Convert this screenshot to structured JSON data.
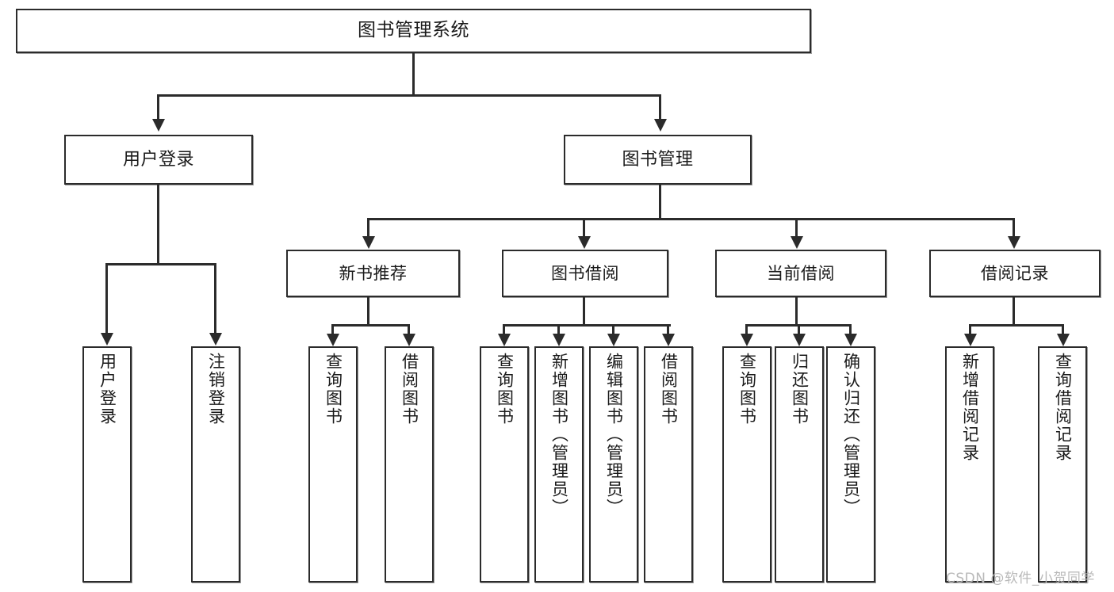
{
  "diagram": {
    "type": "tree-hierarchy",
    "title": "图书管理系统",
    "watermark": "CSDN @软件_小贺同学",
    "colors": {
      "stroke": "#2b2b2b",
      "fill": "#ffffff",
      "text": "#1a1a1a",
      "watermark": "#b9b9b9"
    },
    "levels": {
      "root": {
        "label": "图书管理系统"
      },
      "level2": [
        {
          "id": "user-login",
          "label": "用户登录"
        },
        {
          "id": "book-manage",
          "label": "图书管理"
        }
      ],
      "level3": [
        {
          "id": "new-book-recommend",
          "label": "新书推荐",
          "parent": "book-manage"
        },
        {
          "id": "book-borrow",
          "label": "图书借阅",
          "parent": "book-manage"
        },
        {
          "id": "current-borrow",
          "label": "当前借阅",
          "parent": "book-manage"
        },
        {
          "id": "borrow-record",
          "label": "借阅记录",
          "parent": "book-manage"
        }
      ],
      "leaves": [
        {
          "id": "leaf-user-login",
          "label": "用户登录",
          "parent": "user-login"
        },
        {
          "id": "leaf-logout",
          "label": "注销登录",
          "parent": "user-login"
        },
        {
          "id": "leaf-query-book-1",
          "label": "查询图书",
          "parent": "new-book-recommend"
        },
        {
          "id": "leaf-borrow-book-1",
          "label": "借阅图书",
          "parent": "new-book-recommend"
        },
        {
          "id": "leaf-query-book-2",
          "label": "查询图书",
          "parent": "book-borrow"
        },
        {
          "id": "leaf-add-book",
          "label": "新增图书（管理员）",
          "parent": "book-borrow"
        },
        {
          "id": "leaf-edit-book",
          "label": "编辑图书（管理员）",
          "parent": "book-borrow"
        },
        {
          "id": "leaf-borrow-book-2",
          "label": "借阅图书",
          "parent": "book-borrow"
        },
        {
          "id": "leaf-query-book-3",
          "label": "查询图书",
          "parent": "current-borrow"
        },
        {
          "id": "leaf-return-book",
          "label": "归还图书",
          "parent": "current-borrow"
        },
        {
          "id": "leaf-confirm-return",
          "label": "确认归还（管理员）",
          "parent": "current-borrow"
        },
        {
          "id": "leaf-add-record",
          "label": "新增借阅记录",
          "parent": "borrow-record"
        },
        {
          "id": "leaf-query-record",
          "label": "查询借阅记录",
          "parent": "borrow-record"
        }
      ]
    }
  }
}
